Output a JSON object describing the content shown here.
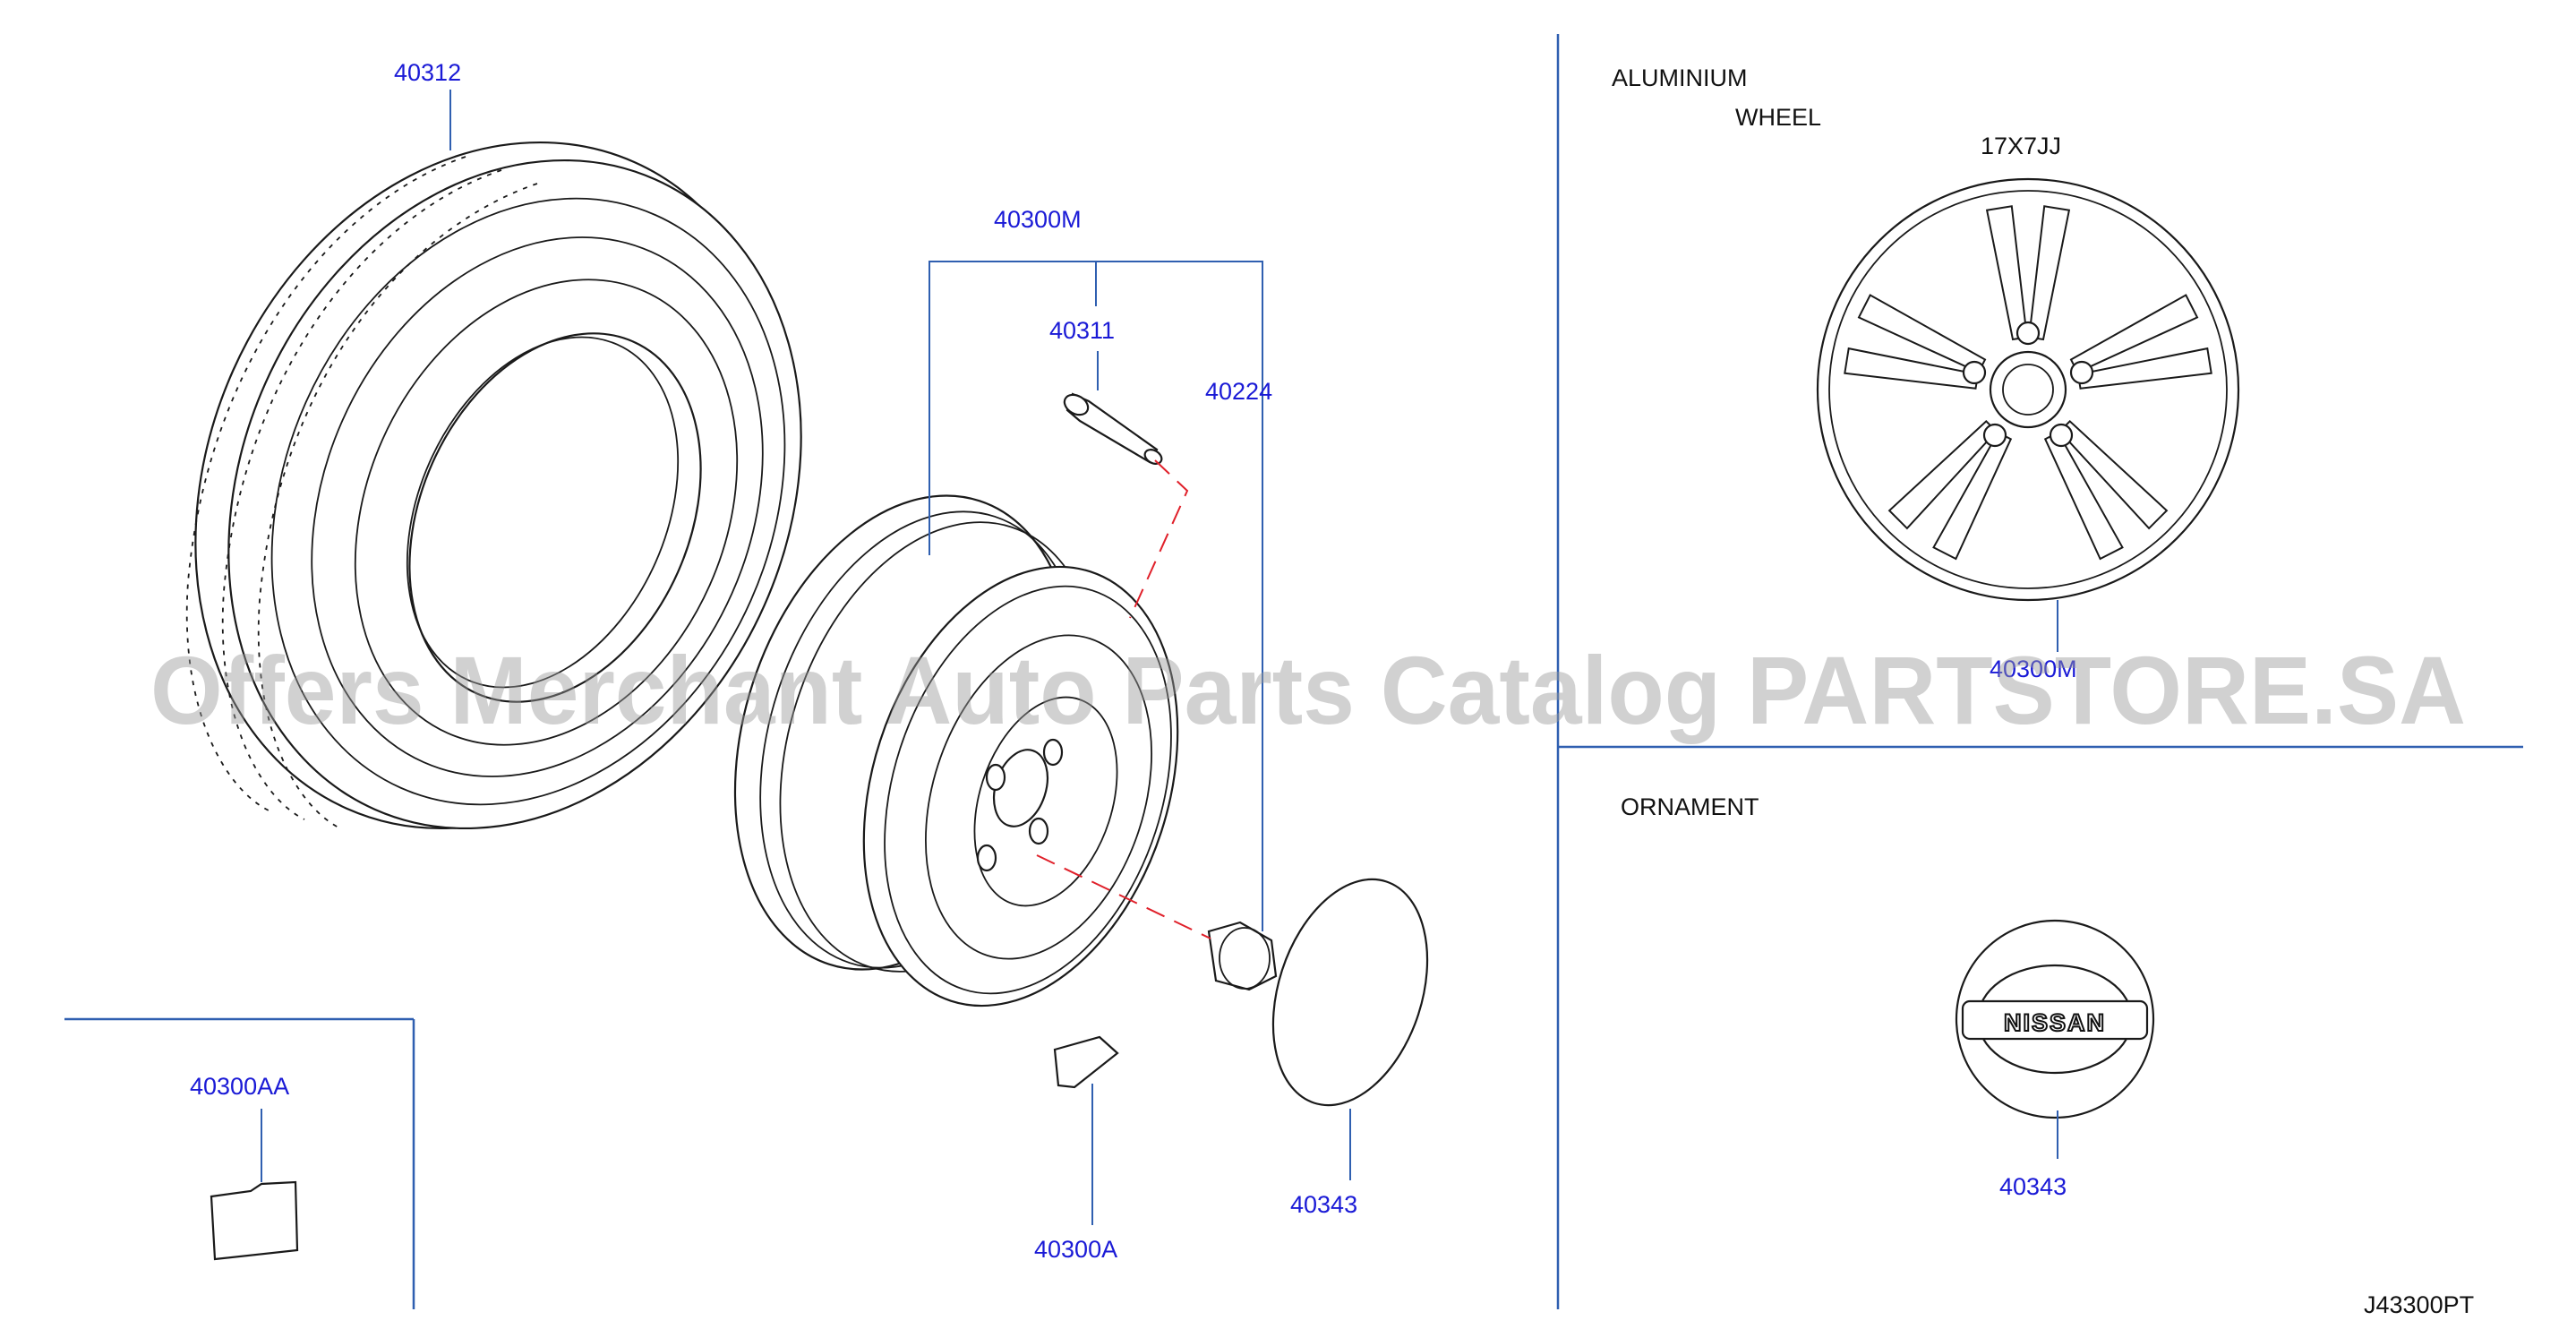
{
  "labels": {
    "tire": "40312",
    "wheel_assembly": "40300M",
    "valve": "40311",
    "nut": "40224",
    "balance_weight_a": "40300A",
    "balance_weight_aa": "40300AA",
    "center_cap": "40343",
    "alloy_wheel": "40300M",
    "ornament_part": "40343",
    "diagram_code": "J43300PT"
  },
  "headings": {
    "aluminium": "ALUMINIUM",
    "wheel": "WHEEL",
    "size": "17X7JJ",
    "ornament": "ORNAMENT"
  },
  "logo_text": "NISSAN",
  "watermark": "Offers Merchant Auto Parts Catalog PARTSTORE.SA",
  "colors": {
    "label": "#1a1ad6",
    "leader": "#2f5fb0",
    "dashed": "#e0202a",
    "outline": "#1a1a1a"
  }
}
